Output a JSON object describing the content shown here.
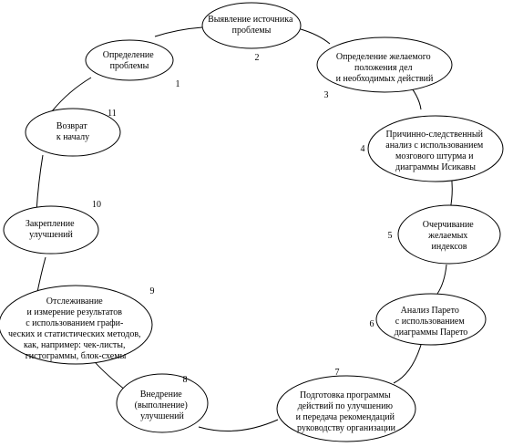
{
  "nodes": [
    {
      "id": "identify-problem",
      "number": "1",
      "lines": [
        "Определение",
        "проблемы"
      ]
    },
    {
      "id": "find-source",
      "number": "2",
      "lines": [
        "Выявление источника",
        "проблемы"
      ]
    },
    {
      "id": "desired-state",
      "number": "3",
      "lines": [
        "Определение желаемого",
        "положения дел",
        "и необходимых действий"
      ]
    },
    {
      "id": "cause-effect",
      "number": "4",
      "lines": [
        "Причинно-следственный",
        "анализ с использованием",
        "мозгового штурма и",
        "диаграммы Исикавы"
      ]
    },
    {
      "id": "indices",
      "number": "5",
      "lines": [
        "Очерчивание",
        "желаемых",
        "индексов"
      ]
    },
    {
      "id": "pareto",
      "number": "6",
      "lines": [
        "Анализ Парето",
        "с использованием",
        "диаграммы Парето"
      ]
    },
    {
      "id": "program",
      "number": "7",
      "lines": [
        "Подготовка программы",
        "действий по улучшению",
        "и передача рекомендаций",
        "руководству организации"
      ]
    },
    {
      "id": "implement",
      "number": "8",
      "lines": [
        "Внедрение",
        "(выполнение)",
        "улучшений"
      ]
    },
    {
      "id": "monitor",
      "number": "9",
      "lines": [
        "Отслеживание",
        "и измерение результатов",
        "с использованием графи-",
        "ческих и статистических методов,",
        "как, например: чек-листы,",
        "гистограммы, блок-схемы"
      ]
    },
    {
      "id": "consolidate",
      "number": "10",
      "lines": [
        "Закрепление",
        "улучшений"
      ]
    },
    {
      "id": "return",
      "number": "11",
      "lines": [
        "Возврат",
        "к началу"
      ]
    }
  ]
}
